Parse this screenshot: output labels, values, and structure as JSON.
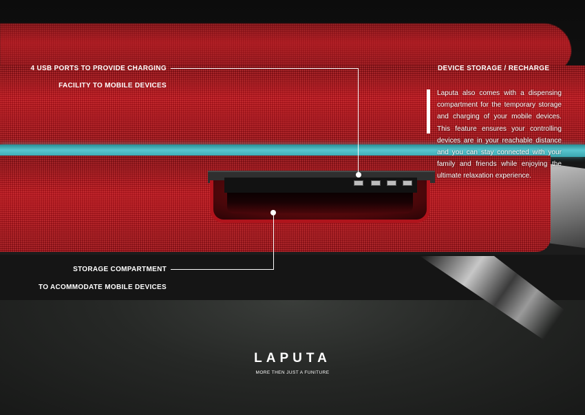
{
  "callouts": {
    "usb_line1": "4 USB PORTS TO PROVIDE CHARGING",
    "usb_line2": "FACILITY TO MOBILE DEVICES",
    "storage_line1": "STORAGE COMPARTMENT",
    "storage_line2": "TO ACOMMODATE MOBILE DEVICES"
  },
  "feature": {
    "heading": "DEVICE STORAGE / RECHARGE",
    "description": "Laputa also comes with a dispensing compartment for the temporary storage and charging of your mobile devices. This feature ensures your controlling devices are in your reachable distance and you can stay connected with your family and friends while enjoying the ultimate relaxation experience."
  },
  "brand": {
    "name": "LAPUTA",
    "tagline": "MORE THEN JUST A FUNITURE"
  },
  "colors": {
    "fabric_red": "#a01018",
    "accent_teal": "#58c6cf",
    "text": "#ffffff"
  }
}
